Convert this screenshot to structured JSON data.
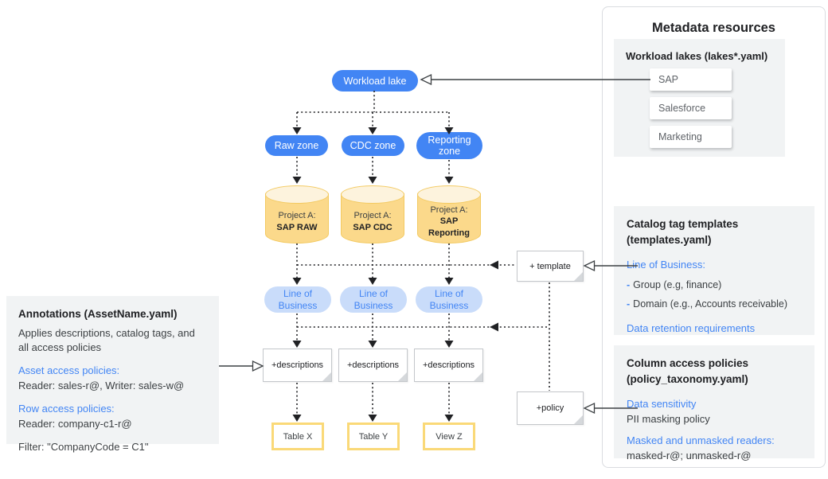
{
  "colors": {
    "node_blue": "#4285f4",
    "lob_fill": "#c9dcfa",
    "cylinder_fill": "#fbd98b",
    "cylinder_lid": "#fdf3dd",
    "asset_border": "#fad978",
    "panel_gray": "#f1f3f4",
    "link_blue": "#4285f4",
    "text_dark": "#3c4043"
  },
  "diagram": {
    "workload_lake": "Workload lake",
    "zones": [
      "Raw zone",
      "CDC zone",
      "Reporting zone"
    ],
    "project_prefix": "Project A:",
    "projects": [
      "SAP RAW",
      "SAP CDC",
      "SAP Reporting"
    ],
    "lob_label": "Line of Business",
    "descriptions_label": "+descriptions",
    "assets": [
      "Table X",
      "Table Y",
      "View Z"
    ],
    "template_note": "+ template",
    "policy_note": "+policy"
  },
  "annotations_panel": {
    "title": "Annotations (AssetName.yaml)",
    "body": "Applies descriptions, catalog tags, and all access policies",
    "asset_access_title": "Asset access policies:",
    "asset_access_value": "Reader: sales-r@, Writer: sales-w@",
    "row_access_title": "Row access policies:",
    "row_access_value": "Reader: company-c1-r@",
    "filter": "Filter: \"CompanyCode = C1\""
  },
  "metadata_panel": {
    "title": "Metadata resources",
    "workload_lakes": {
      "title": "Workload lakes (lakes*.yaml)",
      "items": [
        "SAP",
        "Salesforce",
        "Marketing"
      ]
    },
    "catalog_templates": {
      "title_line1": "Catalog tag templates",
      "title_line2": "(templates.yaml)",
      "lob_title": "Line of Business:",
      "bullets": [
        {
          "dash": "-",
          "text": "Group (e.g, finance)"
        },
        {
          "dash": "-",
          "text": "Domain (e.g., Accounts receivable)"
        }
      ],
      "retention": "Data retention requirements"
    },
    "column_policies": {
      "title_line1": "Column access policies",
      "title_line2": "(policy_taxonomy.yaml)",
      "sensitivity_title": "Data sensitivity",
      "sensitivity_value": "PII masking policy",
      "readers_title": "Masked and unmasked readers:",
      "readers_value": "masked-r@; unmasked-r@"
    }
  }
}
